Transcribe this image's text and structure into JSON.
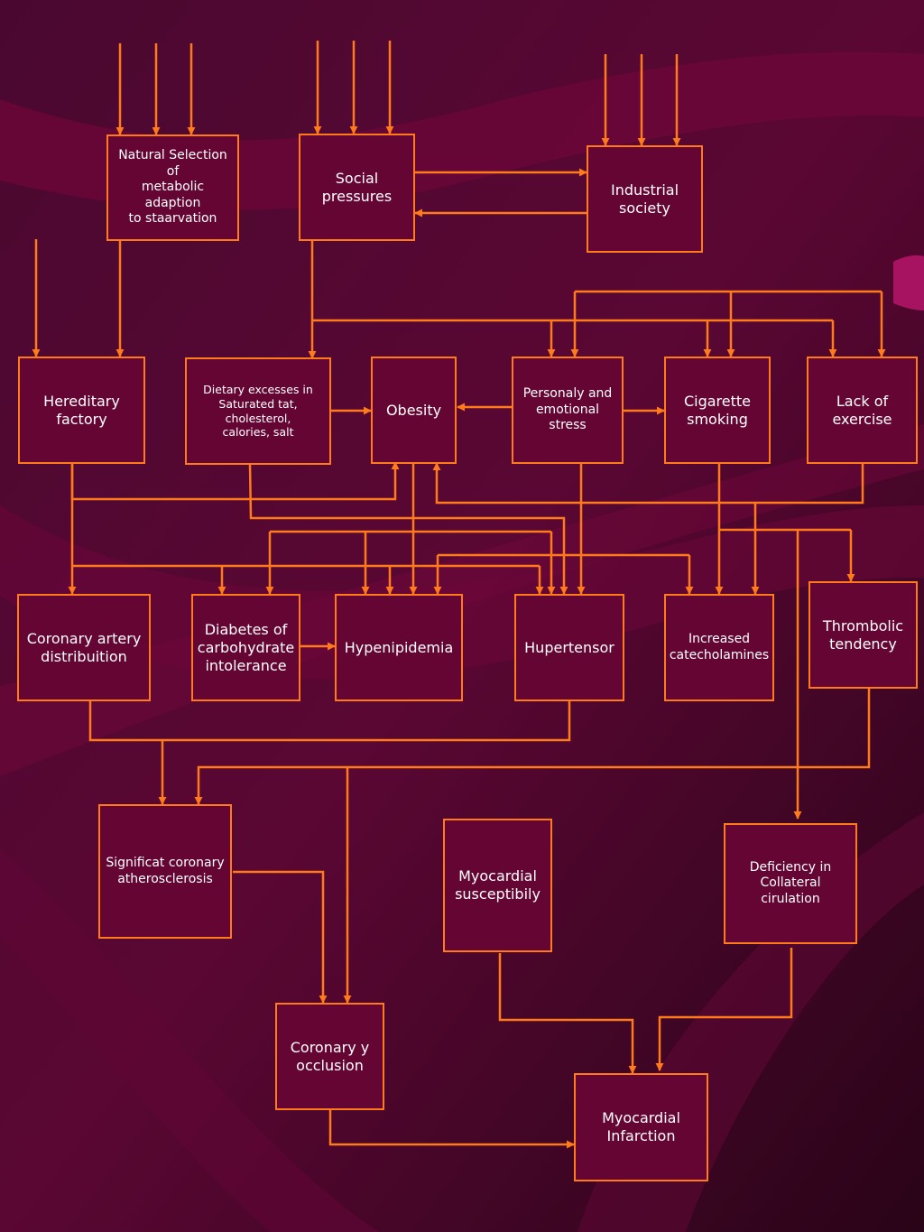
{
  "colors": {
    "background": "#3a0624",
    "box_fill": "#650533",
    "accent": "#ff7a1a",
    "text": "#ffffff"
  },
  "nodes": {
    "natural_selection": "Natural Selection of\nmetabolic adaption\nto staarvation",
    "social_pressures": "Social\npressures",
    "industrial_society": "Industrial\nsociety",
    "hereditary_factory": "Hereditary\nfactory",
    "dietary_excesses": "Dietary excesses in\nSaturated tat, cholesterol,\ncalories, salt",
    "obesity": "Obesity",
    "personaly_stress": "Personaly and\nemotional stress",
    "cigarette_smoking": "Cigarette\nsmoking",
    "lack_of_exercise": "Lack of\nexercise",
    "coronary_artery_distribuition": "Coronary artery\ndistribuition",
    "diabetes": "Diabetes of\ncarbohydrate\nintolerance",
    "hypenipidemia": "Hypenipidemia",
    "hupertensor": "Hupertensor",
    "increased_catecholamines": "Increased\ncatecholamines",
    "thrombolic_tendency": "Thrombolic\ntendency",
    "significat_atherosclerosis": "Significat coronary\natherosclerosis",
    "myocardial_susceptibily": "Myocardial\nsusceptibily",
    "deficiency_collateral": "Deficiency in\nCollateral cirulation",
    "coronary_occlusion": "Coronary y\nocclusion",
    "myocardial_infarction": "Myocardial\nInfarction"
  }
}
